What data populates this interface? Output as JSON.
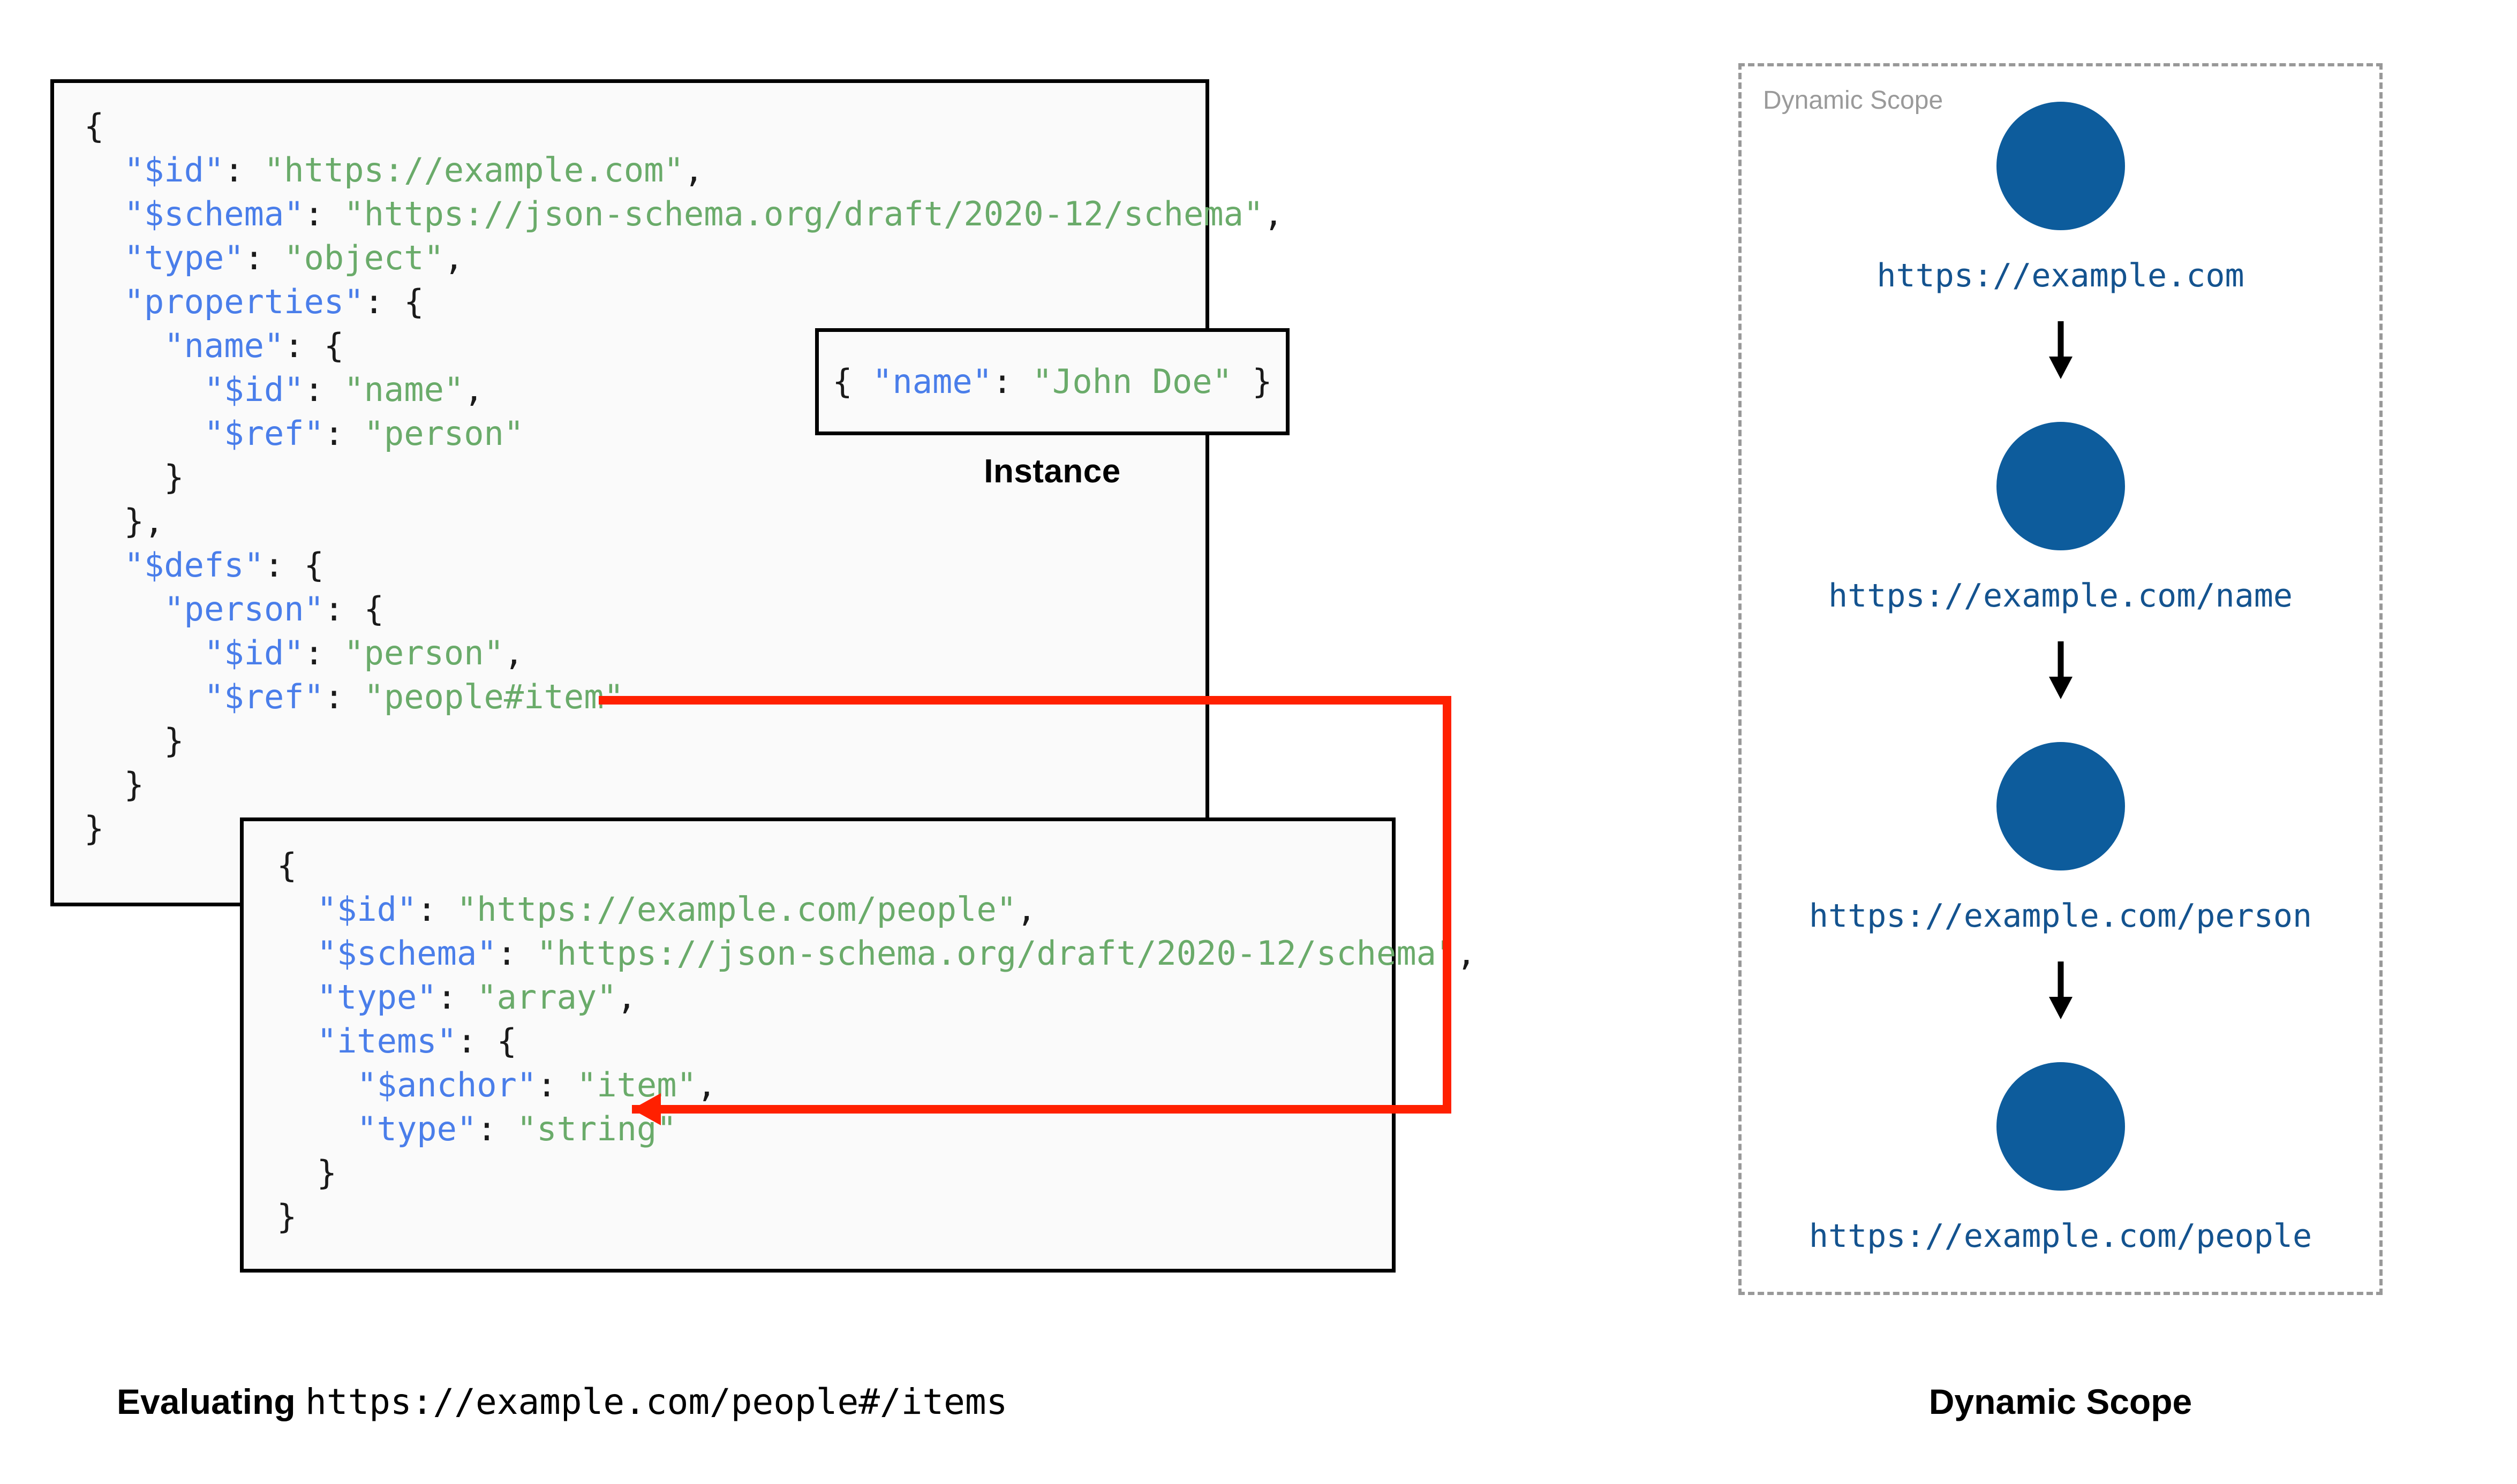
{
  "schema_root": {
    "lines": [
      [
        {
          "t": "{",
          "c": "p"
        }
      ],
      [
        {
          "t": "  ",
          "c": "p"
        },
        {
          "t": "\"$id\"",
          "c": "k"
        },
        {
          "t": ": ",
          "c": "p"
        },
        {
          "t": "\"https://example.com\"",
          "c": "s"
        },
        {
          "t": ",",
          "c": "p"
        }
      ],
      [
        {
          "t": "  ",
          "c": "p"
        },
        {
          "t": "\"$schema\"",
          "c": "k"
        },
        {
          "t": ": ",
          "c": "p"
        },
        {
          "t": "\"https://json-schema.org/draft/2020-12/schema\"",
          "c": "s"
        },
        {
          "t": ",",
          "c": "p"
        }
      ],
      [
        {
          "t": "  ",
          "c": "p"
        },
        {
          "t": "\"type\"",
          "c": "k"
        },
        {
          "t": ": ",
          "c": "p"
        },
        {
          "t": "\"object\"",
          "c": "s"
        },
        {
          "t": ",",
          "c": "p"
        }
      ],
      [
        {
          "t": "  ",
          "c": "p"
        },
        {
          "t": "\"properties\"",
          "c": "k"
        },
        {
          "t": ": {",
          "c": "p"
        }
      ],
      [
        {
          "t": "    ",
          "c": "p"
        },
        {
          "t": "\"name\"",
          "c": "k"
        },
        {
          "t": ": {",
          "c": "p"
        }
      ],
      [
        {
          "t": "      ",
          "c": "p"
        },
        {
          "t": "\"$id\"",
          "c": "k"
        },
        {
          "t": ": ",
          "c": "p"
        },
        {
          "t": "\"name\"",
          "c": "s"
        },
        {
          "t": ",",
          "c": "p"
        }
      ],
      [
        {
          "t": "      ",
          "c": "p"
        },
        {
          "t": "\"$ref\"",
          "c": "k"
        },
        {
          "t": ": ",
          "c": "p"
        },
        {
          "t": "\"person\"",
          "c": "s"
        }
      ],
      [
        {
          "t": "    }",
          "c": "p"
        }
      ],
      [
        {
          "t": "  },",
          "c": "p"
        }
      ],
      [
        {
          "t": "  ",
          "c": "p"
        },
        {
          "t": "\"$defs\"",
          "c": "k"
        },
        {
          "t": ": {",
          "c": "p"
        }
      ],
      [
        {
          "t": "    ",
          "c": "p"
        },
        {
          "t": "\"person\"",
          "c": "k"
        },
        {
          "t": ": {",
          "c": "p"
        }
      ],
      [
        {
          "t": "      ",
          "c": "p"
        },
        {
          "t": "\"$id\"",
          "c": "k"
        },
        {
          "t": ": ",
          "c": "p"
        },
        {
          "t": "\"person\"",
          "c": "s"
        },
        {
          "t": ",",
          "c": "p"
        }
      ],
      [
        {
          "t": "      ",
          "c": "p"
        },
        {
          "t": "\"$ref\"",
          "c": "k"
        },
        {
          "t": ": ",
          "c": "p"
        },
        {
          "t": "\"people#item\"",
          "c": "s"
        }
      ],
      [
        {
          "t": "    }",
          "c": "p"
        }
      ],
      [
        {
          "t": "  }",
          "c": "p"
        }
      ],
      [
        {
          "t": "}",
          "c": "p"
        }
      ]
    ]
  },
  "instance": {
    "lines": [
      [
        {
          "t": "{ ",
          "c": "p"
        },
        {
          "t": "\"name\"",
          "c": "k"
        },
        {
          "t": ": ",
          "c": "p"
        },
        {
          "t": "\"John Doe\"",
          "c": "s"
        },
        {
          "t": " }",
          "c": "p"
        }
      ]
    ],
    "caption": "Instance"
  },
  "schema_people": {
    "lines": [
      [
        {
          "t": "{",
          "c": "p"
        }
      ],
      [
        {
          "t": "  ",
          "c": "p"
        },
        {
          "t": "\"$id\"",
          "c": "k"
        },
        {
          "t": ": ",
          "c": "p"
        },
        {
          "t": "\"https://example.com/people\"",
          "c": "s"
        },
        {
          "t": ",",
          "c": "p"
        }
      ],
      [
        {
          "t": "  ",
          "c": "p"
        },
        {
          "t": "\"$schema\"",
          "c": "k"
        },
        {
          "t": ": ",
          "c": "p"
        },
        {
          "t": "\"https://json-schema.org/draft/2020-12/schema\"",
          "c": "s"
        },
        {
          "t": ",",
          "c": "p"
        }
      ],
      [
        {
          "t": "  ",
          "c": "p"
        },
        {
          "t": "\"type\"",
          "c": "k"
        },
        {
          "t": ": ",
          "c": "p"
        },
        {
          "t": "\"array\"",
          "c": "s"
        },
        {
          "t": ",",
          "c": "p"
        }
      ],
      [
        {
          "t": "  ",
          "c": "p"
        },
        {
          "t": "\"items\"",
          "c": "k"
        },
        {
          "t": ": {",
          "c": "p"
        }
      ],
      [
        {
          "t": "    ",
          "c": "p"
        },
        {
          "t": "\"$anchor\"",
          "c": "k"
        },
        {
          "t": ": ",
          "c": "p"
        },
        {
          "t": "\"item\"",
          "c": "s"
        },
        {
          "t": ",",
          "c": "p"
        }
      ],
      [
        {
          "t": "    ",
          "c": "p"
        },
        {
          "t": "\"type\"",
          "c": "k"
        },
        {
          "t": ": ",
          "c": "p"
        },
        {
          "t": "\"string\"",
          "c": "s"
        }
      ],
      [
        {
          "t": "  }",
          "c": "p"
        }
      ],
      [
        {
          "t": "}",
          "c": "p"
        }
      ]
    ]
  },
  "captions": {
    "evaluating_label": "Evaluating",
    "evaluating_uri": "https://example.com/people#/items",
    "dynamic_scope": "Dynamic Scope"
  },
  "dynamic_scope": {
    "panel_label": "Dynamic Scope",
    "nodes": [
      {
        "label": "https://example.com"
      },
      {
        "label": "https://example.com/name"
      },
      {
        "label": "https://example.com/person"
      },
      {
        "label": "https://example.com/people"
      }
    ]
  },
  "colors": {
    "json_key": "#4a7eea",
    "json_string": "#6aab6a",
    "node_fill": "#0d5c9c",
    "node_label": "#14538f",
    "ref_arrow": "#ff2000",
    "scope_border": "#999999",
    "box_bg": "#fafafa",
    "box_border": "#000000"
  }
}
